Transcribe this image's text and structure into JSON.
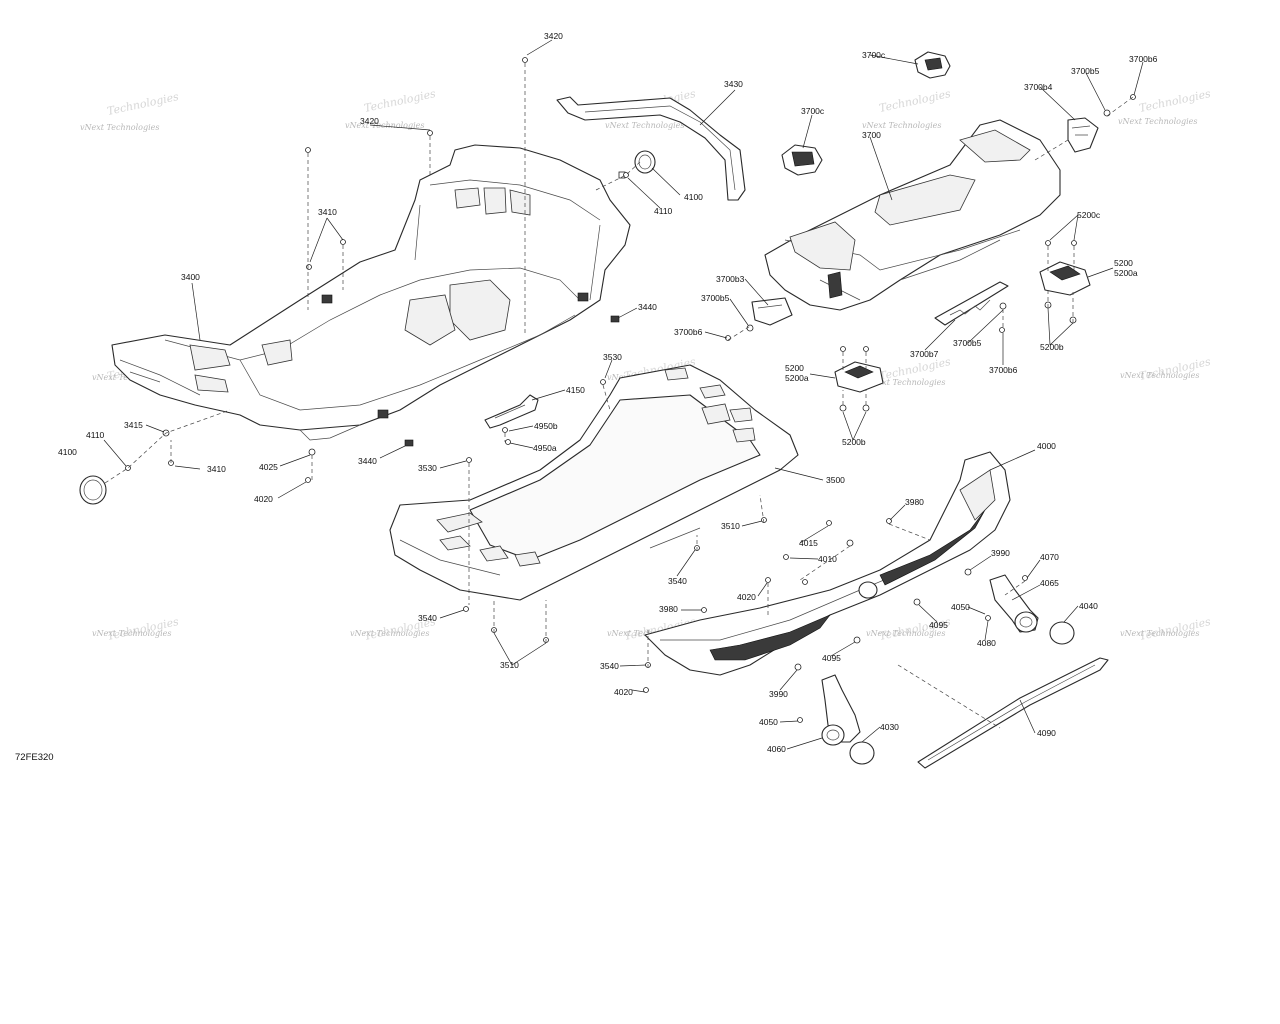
{
  "figure_code": "72FE320",
  "watermark": {
    "line1": "vNext Technologies",
    "line2": "Technologies"
  },
  "labels": {
    "l3420a": "3420",
    "l3420b": "3420",
    "l3430": "3430",
    "l4100a": "4100",
    "l4110a": "4110",
    "l3410a": "3410",
    "l3400": "3400",
    "l3440a": "3440",
    "l3415": "3415",
    "l4110b": "4110",
    "l4100b": "4100",
    "l3410b": "3410",
    "l4025": "4025",
    "l4020a": "4020",
    "l3440b": "3440",
    "l3530a": "3530",
    "l4150": "4150",
    "l4950b": "4950b",
    "l4950a": "4950a",
    "l3530b": "3530",
    "l3500": "3500",
    "l3510a": "3510",
    "l3540a": "3540",
    "l3540b": "3540",
    "l3510b": "3510",
    "l3540c": "3540",
    "l4020b": "4020",
    "l3980a": "3980",
    "l4020c": "4020",
    "l4015": "4015",
    "l4010": "4010",
    "l3700c_a": "3700c",
    "l3700c_b": "3700c",
    "l3700": "3700",
    "l3700b5_a": "3700b5",
    "l3700b6_a": "3700b6",
    "l3700b4": "3700b4",
    "l3700b3": "3700b3",
    "l3700b5_b": "3700b5",
    "l3700b6_b": "3700b6",
    "l5200c": "5200c",
    "l5200_a": "5200",
    "l5200a_a": "5200a",
    "l5200b_a": "5200b",
    "l3700b7": "3700b7",
    "l3700b5_c": "3700b5",
    "l3700b6_c": "3700b6",
    "l5200_b": "5200",
    "l5200a_b": "5200a",
    "l5200b_b": "5200b",
    "l4000": "4000",
    "l3980b": "3980",
    "l3990a": "3990",
    "l4070": "4070",
    "l4065": "4065",
    "l4040": "4040",
    "l4050a": "4050",
    "l4080": "4080",
    "l4095a": "4095",
    "l4095b": "4095",
    "l3990b": "3990",
    "l4050b": "4050",
    "l4030": "4030",
    "l4060": "4060",
    "l4090": "4090"
  }
}
